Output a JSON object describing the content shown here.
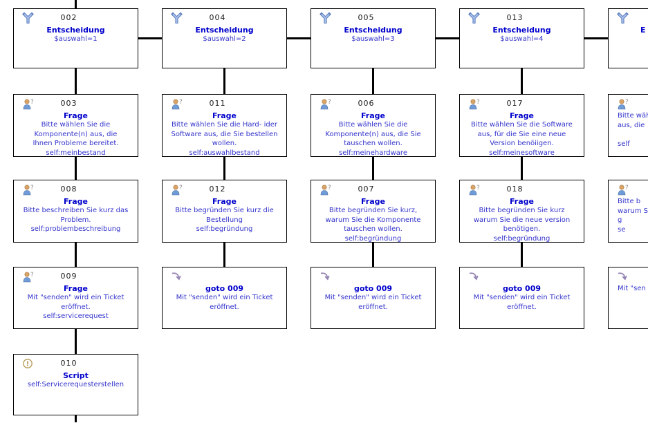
{
  "diagram": {
    "colors": {
      "node_border": "#000000",
      "connector": "#000000",
      "title_blue": "#0000cc",
      "body_blue": "#3333cc",
      "decision_icon_blue": "#7e9fd6",
      "person_icon_shirt_blue": "#6f9bd8",
      "person_icon_skin": "#d8a468",
      "goto_icon_purple": "#9484b4",
      "script_icon_gold": "#b29a55"
    },
    "node_types": {
      "decision": "Entscheidung",
      "question": "Frage",
      "script": "Script",
      "goto": "goto"
    },
    "nodes": {
      "n002": {
        "id": "002",
        "title": "Entscheidung",
        "lines": [
          "$auswahl=1"
        ]
      },
      "n004": {
        "id": "004",
        "title": "Entscheidung",
        "lines": [
          "$auswahl=2"
        ]
      },
      "n005": {
        "id": "005",
        "title": "Entscheidung",
        "lines": [
          "$auswahl=3"
        ]
      },
      "n013": {
        "id": "013",
        "title": "Entscheidung",
        "lines": [
          "$auswahl=4"
        ]
      },
      "n003": {
        "id": "003",
        "title": "Frage",
        "lines": [
          "Bitte wählen Sie die",
          "Komponente(n) aus, die",
          "Ihnen Probleme bereitet.",
          "self:meinbestand"
        ]
      },
      "n011": {
        "id": "011",
        "title": "Frage",
        "lines": [
          "Bitte wählen Sie die Hard- ider",
          "Software aus, die Sie bestellen",
          "wollen.",
          "self:auswahlbestand"
        ]
      },
      "n006": {
        "id": "006",
        "title": "Frage",
        "lines": [
          "Bitte wählen Sie die",
          "Komponente(n) aus, die Sie",
          "tauschen wollen.",
          "self:meinehardware"
        ]
      },
      "n017": {
        "id": "017",
        "title": "Frage",
        "lines": [
          "Bitte wählen Sie die Software",
          "aus, für die Sie eine neue",
          "Version benöiigen.",
          "self:meinesoftware"
        ]
      },
      "n008": {
        "id": "008",
        "title": "Frage",
        "lines": [
          "Bitte beschreiben Sie kurz das",
          "Problem.",
          "self:problembeschreibung"
        ]
      },
      "n012": {
        "id": "012",
        "title": "Frage",
        "lines": [
          "Bitte begründen Sie kurz die",
          "Bestellung",
          "self:begründung"
        ]
      },
      "n007": {
        "id": "007",
        "title": "Frage",
        "lines": [
          "Bitte begründen Sie kurz,",
          "warum Sie die Komponente",
          "tauschen wollen.",
          "self:begründung"
        ]
      },
      "n018": {
        "id": "018",
        "title": "Frage",
        "lines": [
          "Bitte begründen Sie kurz",
          "warum Sie die neue version",
          "benötigen.",
          "self:begründung"
        ]
      },
      "n009": {
        "id": "009",
        "title": "Frage",
        "lines": [
          "Mit \"senden\" wird ein Ticket",
          "eröffnet.",
          "self:servicerequest"
        ]
      },
      "goto009": {
        "title": "goto 009",
        "lines": [
          "Mit \"senden\" wird ein Ticket",
          "eröffnet."
        ]
      },
      "n010": {
        "id": "010",
        "title": "Script",
        "lines": [
          "self:Servicerequesterstellen"
        ]
      },
      "partial_top": {
        "title_fragment": "E"
      },
      "partial_q1": {
        "lines": [
          "Bitte wäh",
          "aus, die",
          "",
          "self"
        ]
      },
      "partial_q2": {
        "lines": [
          "Bitte b",
          "warum Sie",
          "g",
          "se"
        ]
      },
      "partial_goto": {
        "lines": [
          "Mit \"sen"
        ]
      }
    }
  }
}
